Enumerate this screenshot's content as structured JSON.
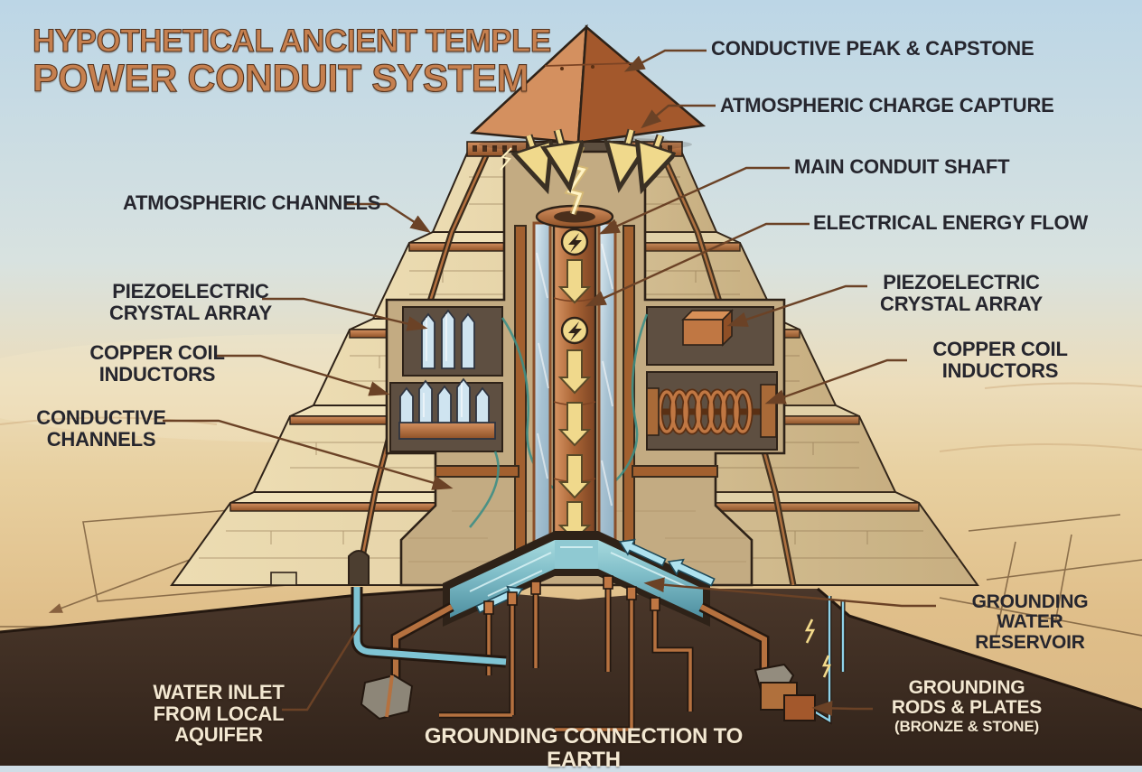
{
  "title": {
    "line1": "HYPOTHETICAL ANCIENT TEMPLE",
    "line2": "POWER CONDUIT SYSTEM"
  },
  "callouts": {
    "conductive_peak": {
      "lines": [
        "CONDUCTIVE PEAK & CAPSTONE"
      ]
    },
    "atmospheric_charge": {
      "lines": [
        "ATMOSPHERIC CHARGE CAPTURE"
      ]
    },
    "main_conduit": {
      "lines": [
        "MAIN CONDUIT SHAFT"
      ]
    },
    "electrical_energy": {
      "lines": [
        "ELECTRICAL ENERGY FLOW"
      ]
    },
    "piezo_right": {
      "lines": [
        "PIEZOELECTRIC",
        "CRYSTAL ARRAY"
      ]
    },
    "copper_right": {
      "lines": [
        "COPPER COIL",
        "INDUCTORS"
      ]
    },
    "atmospheric_channels": {
      "lines": [
        "ATMOSPHERIC CHANNELS"
      ]
    },
    "piezo_left": {
      "lines": [
        "PIEZOELECTRIC",
        "CRYSTAL ARRAY"
      ]
    },
    "copper_left": {
      "lines": [
        "COPPER COIL",
        "INDUCTORS"
      ]
    },
    "conductive_channels": {
      "lines": [
        "CONDUCTIVE",
        "CHANNELS"
      ]
    },
    "grounding_reservoir": {
      "lines": [
        "GROUNDING",
        "WATER RESERVOIR"
      ]
    },
    "grounding_rods": {
      "lines": [
        "GROUNDING",
        "RODS & PLATES"
      ],
      "subline": "(BRONZE & STONE)"
    },
    "water_inlet": {
      "lines": [
        "WATER INLET",
        "FROM LOCAL",
        "AQUIFER"
      ]
    },
    "grounding_caption": {
      "lines": [
        "GROUNDING CONNECTION TO EARTH"
      ]
    }
  },
  "icons": {
    "lightning_bolt_icon": "zigzag bolt in yellow circle",
    "energy_flow_arrow_icon": "yellow down arrow",
    "charge_capture_arrow_icon": "curved yellow down arrow",
    "water_flow_arrow_icon": "blue horizontal arrow",
    "crystal_icon": "pointed blue crystal column",
    "copper_coil_icon": "copper spring rings",
    "capstone_icon": "copper pyramid capstone"
  },
  "colors": {
    "sky_top": "#bcd6e6",
    "sky_horizon": "#ecddbb",
    "sand": "#e2c28d",
    "sand_deep": "#d8b683",
    "earth": "#4a372a",
    "earth_dark": "#31231a",
    "stone": "#ecdcb2",
    "stone_shadow": "#c9b186",
    "outline": "#2e2218",
    "copper": "#b5713f",
    "copper_light": "#d4905f",
    "copper_dark": "#7c4424",
    "capstone_left": "#d4905f",
    "capstone_right": "#a3582c",
    "glass": "#cfe0ea",
    "crystal": "#cfe4f0",
    "water_light": "#a7dade",
    "water_deep": "#4e8fa0",
    "flow_arrow": "#aee2ef",
    "energy_arrow": "#f0d98c",
    "lightning": "#fff3c4",
    "wire_teal": "#3f8f86",
    "label_dark": "#26262e",
    "label_cream": "#f3e8d2",
    "leader": "#6b4226",
    "title": "#c6804f"
  }
}
